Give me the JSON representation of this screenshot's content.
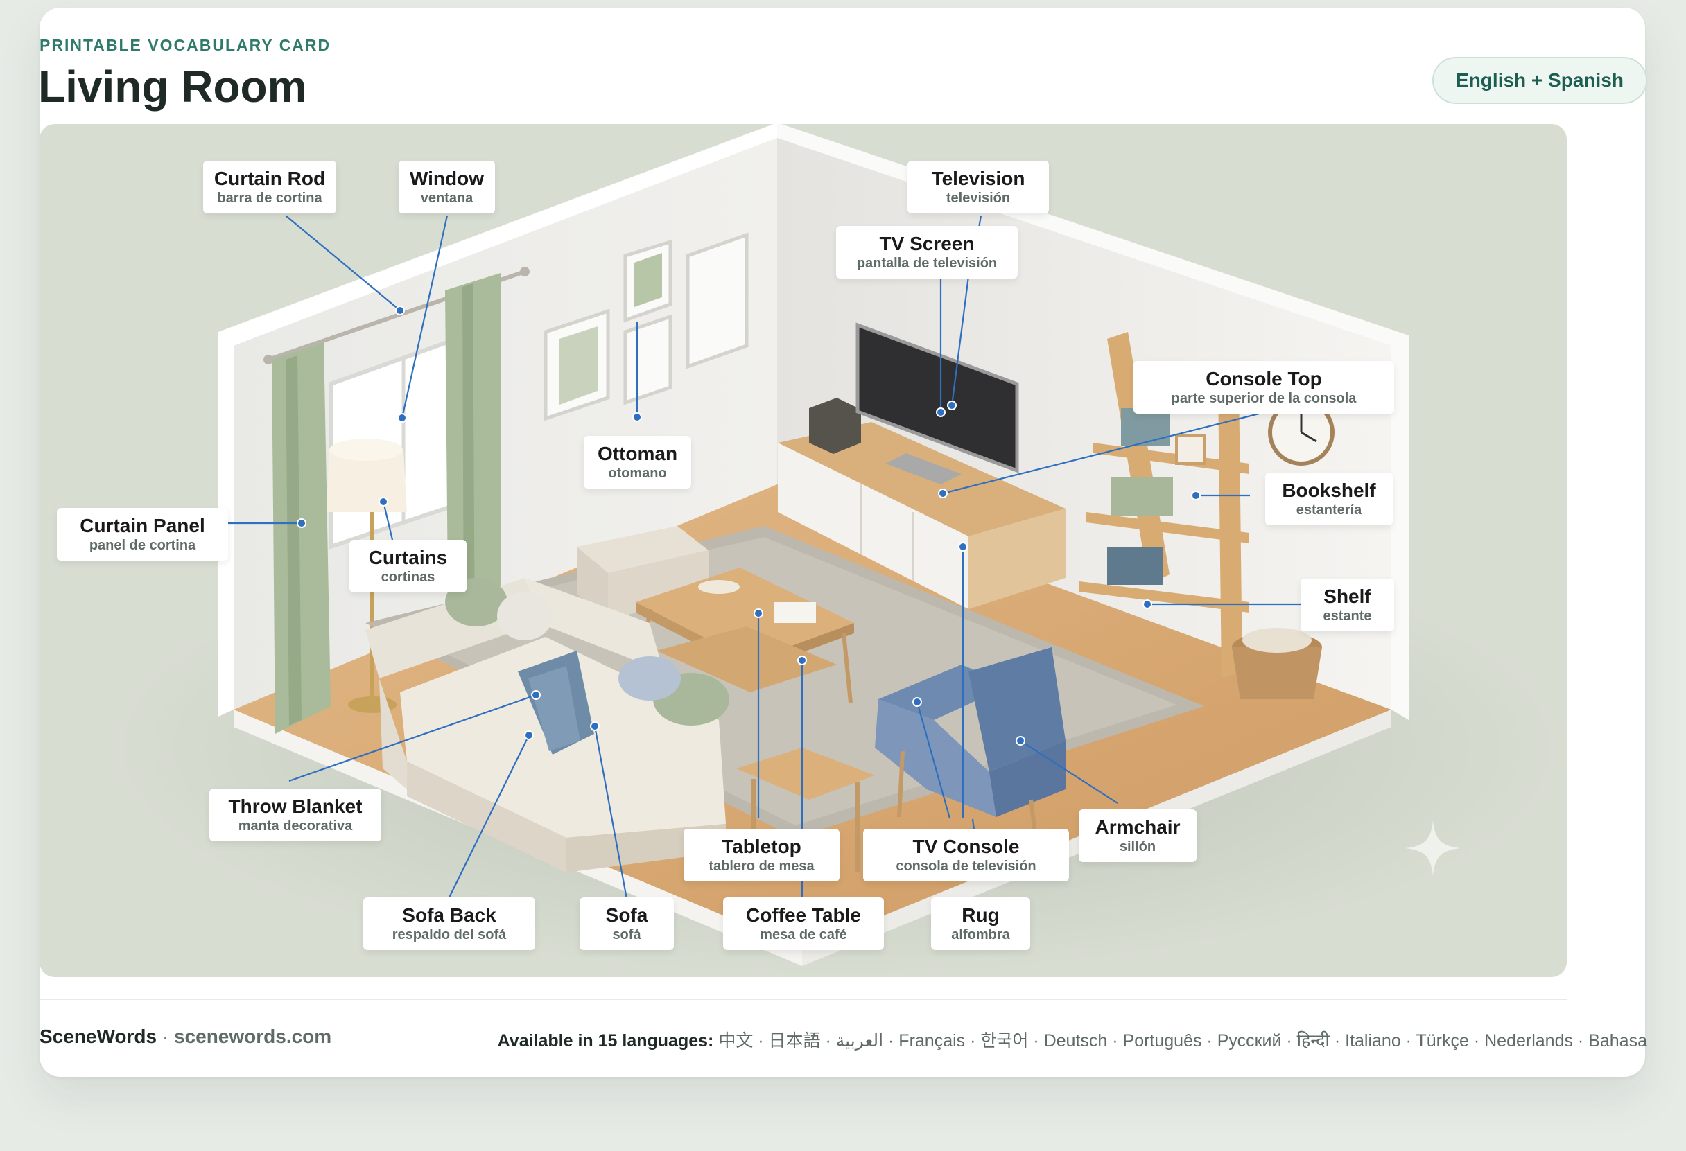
{
  "header": {
    "eyebrow": "PRINTABLE VOCABULARY CARD",
    "title": "Living Room",
    "language_pair": "English + Spanish"
  },
  "labels": [
    {
      "id": "curtain-rod",
      "en": "Curtain Rod",
      "es": "barra de cortina"
    },
    {
      "id": "window",
      "en": "Window",
      "es": "ventana"
    },
    {
      "id": "television",
      "en": "Television",
      "es": "televisión"
    },
    {
      "id": "tv-screen",
      "en": "TV Screen",
      "es": "pantalla de televisión"
    },
    {
      "id": "console-top",
      "en": "Console Top",
      "es": "parte superior de la consola"
    },
    {
      "id": "ottoman",
      "en": "Ottoman",
      "es": "otomano"
    },
    {
      "id": "bookshelf",
      "en": "Bookshelf",
      "es": "estantería"
    },
    {
      "id": "curtain-panel",
      "en": "Curtain Panel",
      "es": "panel de cortina"
    },
    {
      "id": "curtains",
      "en": "Curtains",
      "es": "cortinas"
    },
    {
      "id": "shelf",
      "en": "Shelf",
      "es": "estante"
    },
    {
      "id": "throw-blanket",
      "en": "Throw Blanket",
      "es": "manta decorativa"
    },
    {
      "id": "armchair",
      "en": "Armchair",
      "es": "sillón"
    },
    {
      "id": "tabletop",
      "en": "Tabletop",
      "es": "tablero de mesa"
    },
    {
      "id": "tv-console",
      "en": "TV Console",
      "es": "consola de televisión"
    },
    {
      "id": "sofa-back",
      "en": "Sofa Back",
      "es": "respaldo del sofá"
    },
    {
      "id": "sofa",
      "en": "Sofa",
      "es": "sofá"
    },
    {
      "id": "coffee-table",
      "en": "Coffee Table",
      "es": "mesa de café"
    },
    {
      "id": "rug",
      "en": "Rug",
      "es": "alfombra"
    }
  ],
  "footer": {
    "brand": "SceneWords",
    "separator": "·",
    "site": "scenewords.com",
    "languages_lead": "Available in 15 languages:",
    "languages_list": "中文 · 日本語 · العربية · Français · 한국어 · Deutsch · Português · Русский · हिन्दी · Italiano · Türkçe · Nederlands · Bahasa"
  },
  "colors": {
    "accent": "#2f7a6a",
    "leader_line": "#2f6fbf",
    "scene_bg": "#d8ddd2"
  }
}
